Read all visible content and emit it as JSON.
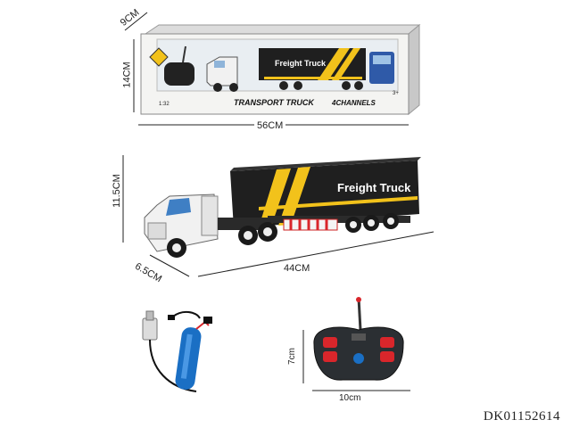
{
  "package": {
    "brand_title": "TRANSPORT TRUCK",
    "channels_label": "4CHANNELS",
    "scale": "1:32",
    "age": "3+",
    "trailer_text": "Freight Truck",
    "depth": "9CM",
    "height": "14CM",
    "width": "56CM"
  },
  "truck": {
    "trailer_text": "Freight Truck",
    "height": "11.5CM",
    "length": "44CM",
    "depth": "6.5CM"
  },
  "remote": {
    "height": "7cm",
    "width": "10cm"
  },
  "sku": "DK01152614",
  "colors": {
    "trailer_body": "#1f1f1f",
    "accent_yellow": "#f2c21b",
    "cab_white": "#f1f1f1",
    "battery_blue": "#1a6fc4",
    "remote_red": "#d9262b"
  }
}
